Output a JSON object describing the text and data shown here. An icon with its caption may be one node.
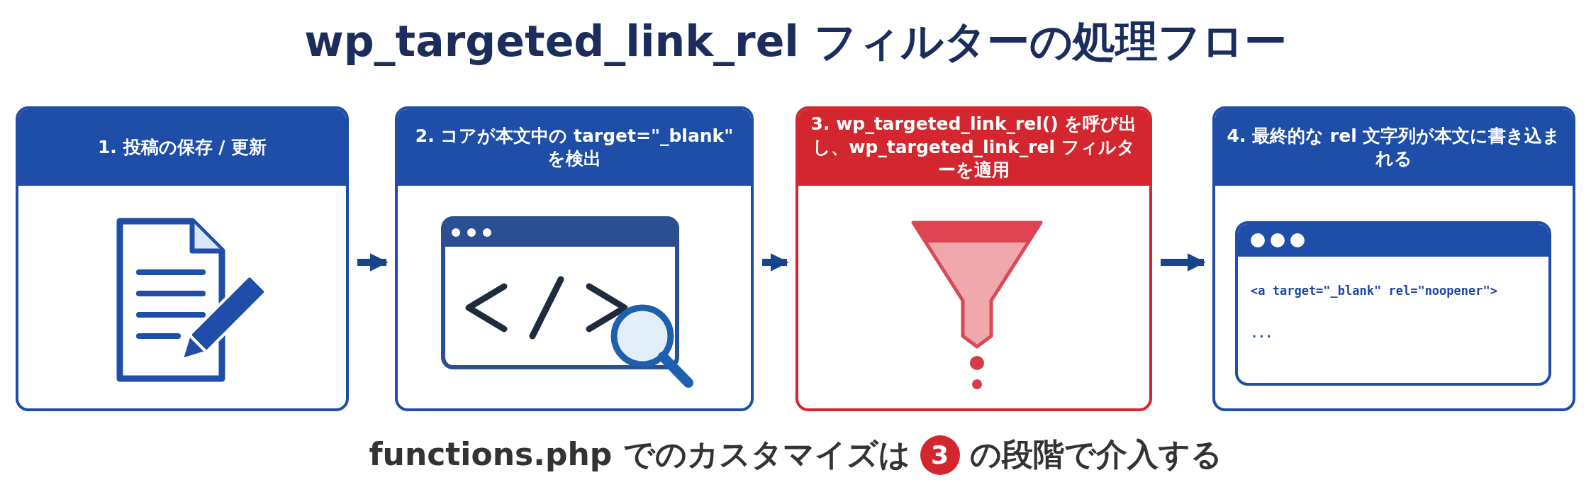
{
  "diagram": {
    "title": "wp_targeted_link_rel フィルターの処理フロー",
    "nodes": [
      {
        "text": [
          "1. 投稿の保存 / 更新"
        ]
      },
      {
        "text": [
          "2. コアが本文中の target=\"_blank\" を検出"
        ]
      },
      {
        "text": [
          "3. wp_targeted_link_rel() を呼び出し、wp_targeted_link_rel フィルターを適用"
        ]
      },
      {
        "text": [
          "4. 最終的な rel 文字列が本文に書き込まれる"
        ]
      }
    ],
    "edges": [
      {
        "from": 0,
        "to": 1,
        "arrow": "to"
      },
      {
        "from": 1,
        "to": 2,
        "arrow": "to"
      },
      {
        "from": 2,
        "to": 3,
        "arrow": "to"
      }
    ],
    "labels": [
      "<a target=\"_blank\" rel=\"noopener\">",
      "...",
      "functions.php でのカスタマイズは",
      "3",
      "の段階で介入する"
    ]
  }
}
